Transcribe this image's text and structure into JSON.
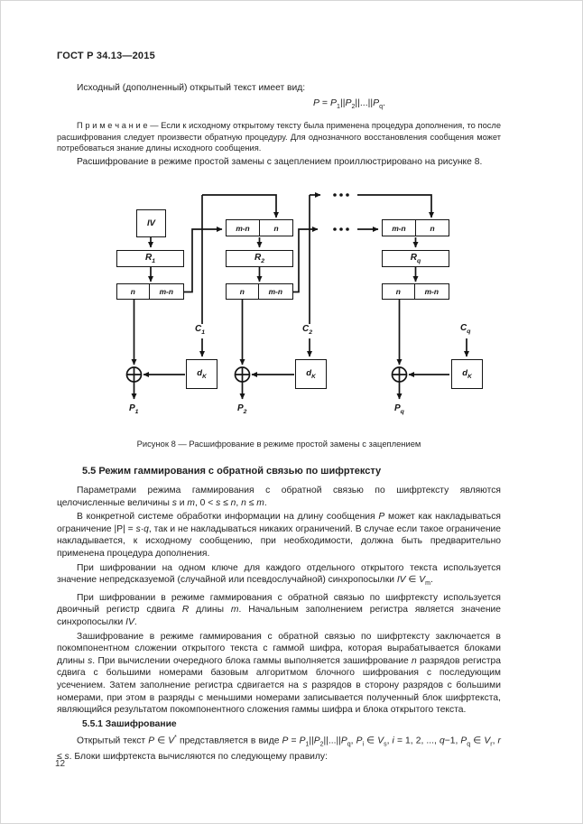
{
  "page": {
    "header": "ГОСТ Р 34.13—2015",
    "page_number": "12"
  },
  "content": {
    "intro_line": "Исходный (дополненный) открытый текст имеет вид:",
    "formula_html": "<i>P</i> = <i>P</i><sub>1</sub>||<i>P</i><sub>2</sub>||...||<i>P</i><sub>q</sub>.",
    "note": "П р и м е ч а н и е  —  Если к исходному открытому тексту была применена процедура дополнения, то после расшифрования следует произвести обратную процедуру. Для однозначного восстановления сообщения может потребоваться знание длины исходного сообщения.",
    "figure_intro": "Расшифрование в режиме простой замены с зацеплением проиллюстрировано на рисунке 8."
  },
  "figure8": {
    "caption": "Рисунок 8 — Расшифрование в режиме простой замены с зацеплением",
    "labels": {
      "iv": "IV",
      "r1_html": "R<sub>1</sub>",
      "r2_html": "R<sub>2</sub>",
      "rq_html": "R<sub>q</sub>",
      "cell_n": "n",
      "cell_mn": "m-n",
      "dk_html": "d<sub>K</sub>",
      "c1_html": "C<sub>1</sub>",
      "c2_html": "C<sub>2</sub>",
      "cq_html": "C<sub>q</sub>",
      "p1_html": "P<sub>1</sub>",
      "p2_html": "P<sub>2</sub>",
      "pq_html": "P<sub>q</sub>"
    }
  },
  "section55": {
    "heading": "5.5 Режим гаммирования с обратной связью по шифртексту",
    "p1": "Параметрами режима гаммирования с обратной связью по шифртексту являются целочисленные величины <i>s</i> и <i>m</i>, 0 &lt; <i>s</i> ≤ <i>n</i>, <i>n</i> ≤ <i>m</i>.",
    "p2": "В конкретной системе обработки информации на длину сообщения <i>P</i> может как накладываться ограничение |P| = <i>s</i>·<i>q</i>, так и не накладываться никаких ограничений. В случае если такое ограничение накладывается, к исходному сообщению, при необходимости, должна быть предварительно применена процедура дополнения.",
    "p3": "При шифровании на одном ключе для каждого отдельного открытого текста используется значение непредсказуемой (случайной или псевдослучайной) синхропосылки <i>IV</i> ∈ <i>V</i><sub>m</sub>.",
    "p4": "При шифровании в режиме гаммирования с обратной связью по шифртексту используется двоичный регистр сдвига <i>R</i> длины <i>m</i>. Начальным заполнением регистра является значение синхропосылки <i>IV</i>.",
    "p5": "Зашифрование в режиме гаммирования с обратной связью по шифртексту заключается в покомпонентном сложении открытого текста с гаммой шифра, которая вырабатывается блоками длины <i>s</i>. При вычислении очередного блока гаммы выполняется зашифрование <i>n</i> разрядов регистра сдвига с большими номерами базовым алгоритмом блочного шифрования с последующим усечением. Затем заполнение регистра сдвигается на <i>s</i> разрядов в сторону разрядов с большими номерами, при этом в разряды с меньшими номерами записывается полученный блок шифртекста, являющийся результатом покомпонентного сложения гаммы шифра и блока открытого текста.",
    "subheading": "5.5.1 Зашифрование",
    "p6": "Открытый текст <i>P</i> ∈ <i>V</i><sup>*</sup> представляется в виде  <i>P</i> = <i>P</i><sub>1</sub>||<i>P</i><sub>2</sub>||...||<i>P</i><sub>q</sub>, <i>P</i><sub>i</sub> ∈ <i>V</i><sub>s</sub>, <i>i</i> = 1, 2, ..., <i>q</i>−1, <i>P</i><sub>q</sub> ∈ <i>V</i><sub>r</sub>, <i>r</i> ≤ <i>s</i>. Блоки шифртекста вычисляются по следующему правилу:"
  }
}
